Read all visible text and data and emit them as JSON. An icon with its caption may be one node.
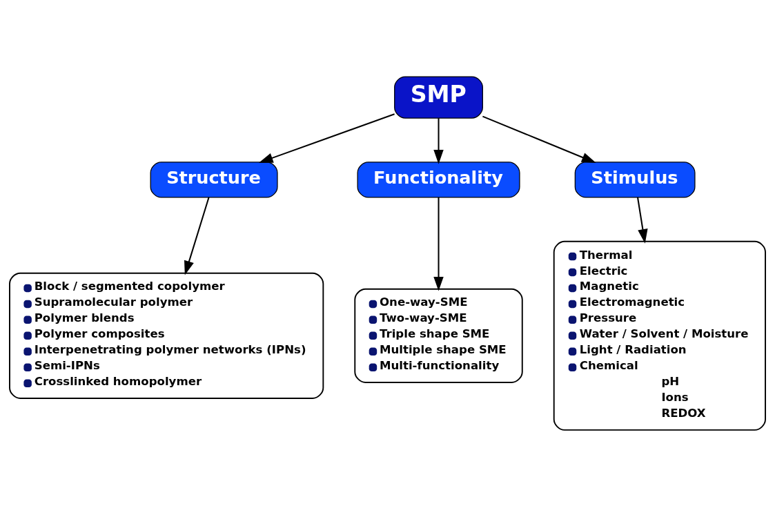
{
  "diagram": {
    "nodes": [
      {
        "text": [
          "SMP"
        ]
      },
      {
        "text": [
          "Structure"
        ]
      },
      {
        "text": [
          "Functionality"
        ]
      },
      {
        "text": [
          "Stimulus"
        ]
      },
      {
        "text": [
          "Block / segmented copolymer",
          "Supramolecular polymer",
          "Polymer blends",
          "Polymer composites",
          "Interpenetrating polymer networks (IPNs)",
          "Semi-IPNs",
          "Crosslinked homopolymer"
        ]
      },
      {
        "text": [
          "One-way-SME",
          "Two-way-SME",
          "Triple shape SME",
          "Multiple shape SME",
          "Multi-functionality"
        ]
      },
      {
        "text": [
          "Thermal",
          "Electric",
          "Magnetic",
          "Electromagnetic",
          "Pressure",
          "Water / Solvent / Moisture",
          "Light / Radiation",
          "Chemical",
          "pH",
          "Ions",
          "REDOX"
        ]
      }
    ],
    "edges": [
      {
        "from": 0,
        "to": 1,
        "arrow": "to"
      },
      {
        "from": 0,
        "to": 2,
        "arrow": "to"
      },
      {
        "from": 0,
        "to": 3,
        "arrow": "to"
      },
      {
        "from": 1,
        "to": 4,
        "arrow": "to"
      },
      {
        "from": 2,
        "to": 5,
        "arrow": "to"
      },
      {
        "from": 3,
        "to": 6,
        "arrow": "to"
      }
    ]
  }
}
